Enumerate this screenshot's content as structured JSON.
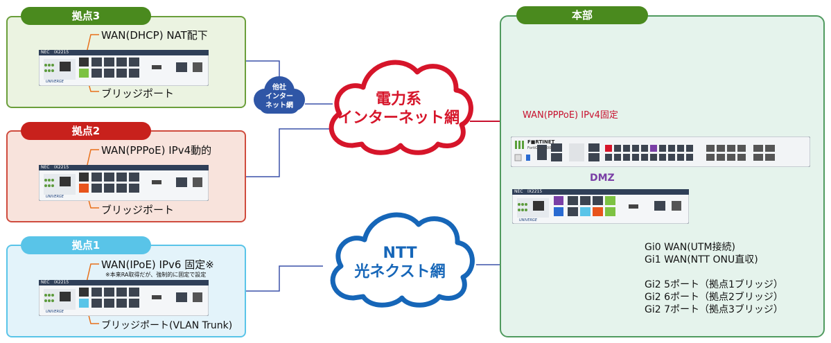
{
  "sites": [
    {
      "tab": "拠点3",
      "wan": "WAN(DHCP) NAT配下",
      "bridge": "ブリッジポート",
      "note": ""
    },
    {
      "tab": "拠点2",
      "wan": "WAN(PPPoE) IPv4動的",
      "bridge": "ブリッジポート",
      "note": ""
    },
    {
      "tab": "拠点1",
      "wan": "WAN(IPoE) IPv6 固定※",
      "bridge": "ブリッジポート(VLAN Trunk)",
      "note": "※本来RA取得だが、強制的に固定で設定"
    }
  ],
  "router": {
    "brand": "NEC",
    "model": "IX2215",
    "series": "UNIVERGE"
  },
  "hq": {
    "tab": "本部"
  },
  "clouds": {
    "other": [
      "他社",
      "インター",
      "ネット網"
    ],
    "power": [
      "電力系",
      "インターネット網"
    ],
    "ntt": [
      "NTT",
      "光ネクスト網"
    ]
  },
  "links": {
    "wan_pppoe": "WAN(PPPoE) IPv4固定",
    "dmz": "DMZ"
  },
  "firewall": {
    "brand": "F■RTINET",
    "model": "FortiGate 200G"
  },
  "hq_notes": [
    "Gi0 WAN(UTM接続)",
    "Gi1 WAN(NTT ONU直収)",
    "",
    "Gi2 5ポート（拠点1ブリッジ）",
    "Gi2 6ポート（拠点2ブリッジ）",
    "Gi2 7ポート（拠点3ブリッジ）"
  ],
  "colors": {
    "green": "#4a8a1e",
    "red": "#c8211c",
    "blue": "#59c4e8",
    "power_red": "#d6152a",
    "ntt_blue": "#1666b8",
    "dmz_purple": "#7a3fa6"
  }
}
